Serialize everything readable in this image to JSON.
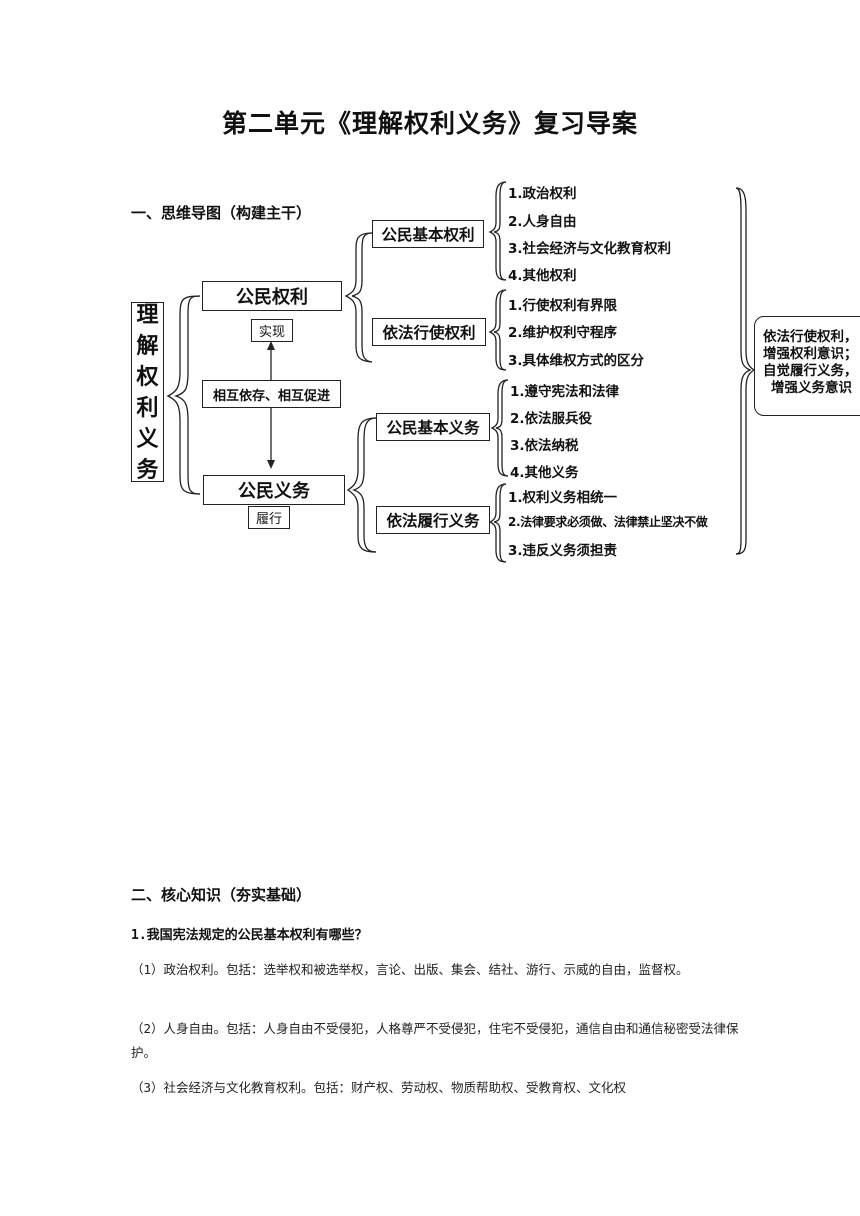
{
  "title": "第二单元《理解权利义务》复习导案",
  "section1": {
    "heading": "一、思维导图（构建主干）"
  },
  "mindmap": {
    "root": [
      "理",
      "解",
      "权",
      "利",
      "义",
      "务"
    ],
    "rights": "公民权利",
    "duties": "公民义务",
    "realize": "实现",
    "fulfill": "履行",
    "relation": "相互依存、相互促进",
    "basic_rights": "公民基本权利",
    "exercise_rights": "依法行使权利",
    "basic_duties": "公民基本义务",
    "fulfill_duties": "依法履行义务",
    "basic_rights_items": [
      "1.政治权利",
      "2.人身自由",
      "3.社会经济与文化教育权利",
      "4.其他权利"
    ],
    "exercise_rights_items": [
      "1.行使权利有界限",
      "2.维护权利守程序",
      "3.具体维权方式的区分"
    ],
    "basic_duties_items": [
      "1.遵守宪法和法律",
      "2.依法服兵役",
      "3.依法纳税",
      "4.其他义务"
    ],
    "fulfill_duties_items": [
      "1.权利义务相统一",
      "2.法律要求必须做、法律禁止坚决不做",
      "3.违反义务须担责"
    ],
    "summary": [
      "依法行使权利，",
      "增强权利意识；",
      "自觉履行义务，",
      "增强义务意识"
    ]
  },
  "section2": {
    "heading": "二、核心知识（夯实基础）",
    "question": "1.我国宪法规定的公民基本权利有哪些？",
    "paragraphs": [
      "（1）政治权利。包括：选举权和被选举权，言论、出版、集会、结社、游行、示威的自由，监督权。",
      "（2）人身自由。包括：人身自由不受侵犯，人格尊严不受侵犯，住宅不受侵犯，通信自由和通信秘密受法律保护。",
      "（3）社会经济与文化教育权利。包括：财产权、劳动权、物质帮助权、受教育权、文化权"
    ]
  }
}
